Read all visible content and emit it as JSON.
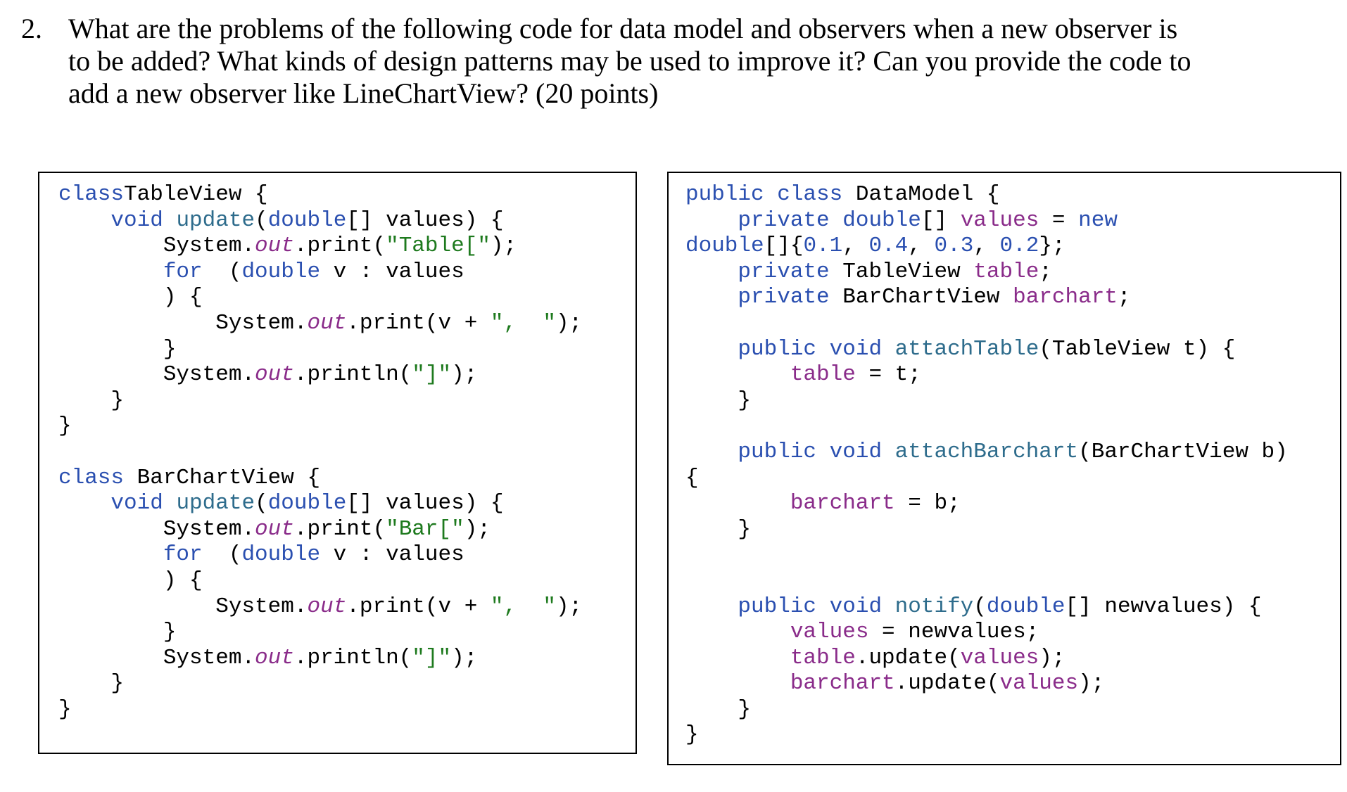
{
  "question": {
    "number": "2.",
    "lines": [
      "What are the problems of the following code for data model and observers when a new observer is",
      "to be added? What kinds of design patterns may be used to improve it? Can you provide the code to",
      "add a new observer like LineChartView? (20 points)"
    ]
  },
  "code_left": [
    [
      [
        "kw",
        "class"
      ],
      [
        "",
        "TableView {"
      ]
    ],
    [
      [
        "",
        "    "
      ],
      [
        "kw",
        "void"
      ],
      [
        "",
        ""
      ],
      [
        "fn",
        " update"
      ],
      [
        "",
        "("
      ],
      [
        "kw",
        "double"
      ],
      [
        "",
        "[] values) {"
      ]
    ],
    [
      [
        "",
        "        System."
      ],
      [
        "it",
        "out"
      ],
      [
        "",
        ".print("
      ],
      [
        "st",
        "\"Table[\""
      ],
      [
        "",
        ");"
      ]
    ],
    [
      [
        "",
        "        "
      ],
      [
        "kw",
        "for"
      ],
      [
        "",
        "  ("
      ],
      [
        "kw",
        "double"
      ],
      [
        "",
        ""
      ],
      [
        "",
        " v : values"
      ]
    ],
    [
      [
        "",
        "        ) {"
      ]
    ],
    [
      [
        "",
        "            System."
      ],
      [
        "it",
        "out"
      ],
      [
        "",
        ".print(v + "
      ],
      [
        "st",
        "\",  \""
      ],
      [
        "",
        ");"
      ]
    ],
    [
      [
        "",
        "        }"
      ]
    ],
    [
      [
        "",
        "        System."
      ],
      [
        "it",
        "out"
      ],
      [
        "",
        ".println("
      ],
      [
        "st",
        "\"]\""
      ],
      [
        "",
        ");"
      ]
    ],
    [
      [
        "",
        "    }"
      ]
    ],
    [
      [
        "",
        "}"
      ]
    ],
    [
      [
        "",
        ""
      ]
    ],
    [
      [
        "kw",
        "class"
      ],
      [
        "",
        " BarChartView {"
      ]
    ],
    [
      [
        "",
        "    "
      ],
      [
        "kw",
        "void"
      ],
      [
        "fn",
        " update"
      ],
      [
        "",
        "("
      ],
      [
        "kw",
        "double"
      ],
      [
        "",
        "[] values) {"
      ]
    ],
    [
      [
        "",
        "        System."
      ],
      [
        "it",
        "out"
      ],
      [
        "",
        ".print("
      ],
      [
        "st",
        "\"Bar[\""
      ],
      [
        "",
        ");"
      ]
    ],
    [
      [
        "",
        "        "
      ],
      [
        "kw",
        "for"
      ],
      [
        "",
        "  ("
      ],
      [
        "kw",
        "double"
      ],
      [
        "",
        " v : values"
      ]
    ],
    [
      [
        "",
        "        ) {"
      ]
    ],
    [
      [
        "",
        "            System."
      ],
      [
        "it",
        "out"
      ],
      [
        "",
        ".print(v + "
      ],
      [
        "st",
        "\",  \""
      ],
      [
        "",
        ");"
      ]
    ],
    [
      [
        "",
        "        }"
      ]
    ],
    [
      [
        "",
        "        System."
      ],
      [
        "it",
        "out"
      ],
      [
        "",
        ".println("
      ],
      [
        "st",
        "\"]\""
      ],
      [
        "",
        ");"
      ]
    ],
    [
      [
        "",
        "    }"
      ]
    ],
    [
      [
        "",
        "}"
      ]
    ]
  ],
  "code_right": [
    [
      [
        "kw",
        "public class"
      ],
      [
        "",
        " DataModel {"
      ]
    ],
    [
      [
        "",
        "    "
      ],
      [
        "kw",
        "private double"
      ],
      [
        "",
        "[] "
      ],
      [
        "fld",
        "values"
      ],
      [
        "",
        " = "
      ],
      [
        "kw",
        "new"
      ]
    ],
    [
      [
        "kw",
        "double"
      ],
      [
        "",
        "[]{"
      ],
      [
        "num",
        "0.1"
      ],
      [
        "",
        ", "
      ],
      [
        "num",
        "0.4"
      ],
      [
        "",
        ", "
      ],
      [
        "num",
        "0.3"
      ],
      [
        "",
        ", "
      ],
      [
        "num",
        "0.2"
      ],
      [
        "",
        "};"
      ]
    ],
    [
      [
        "",
        "    "
      ],
      [
        "kw",
        "private"
      ],
      [
        "",
        " TableView "
      ],
      [
        "fld",
        "table"
      ],
      [
        "",
        ";"
      ]
    ],
    [
      [
        "",
        "    "
      ],
      [
        "kw",
        "private"
      ],
      [
        "",
        " BarChartView "
      ],
      [
        "fld",
        "barchart"
      ],
      [
        "",
        ";"
      ]
    ],
    [
      [
        "",
        ""
      ]
    ],
    [
      [
        "",
        "    "
      ],
      [
        "kw",
        "public void"
      ],
      [
        "fn",
        " attachTable"
      ],
      [
        "",
        "(TableView t) {"
      ]
    ],
    [
      [
        "",
        "        "
      ],
      [
        "fld",
        "table"
      ],
      [
        "",
        " = t;"
      ]
    ],
    [
      [
        "",
        "    }"
      ]
    ],
    [
      [
        "",
        ""
      ]
    ],
    [
      [
        "",
        "    "
      ],
      [
        "kw",
        "public void"
      ],
      [
        "fn",
        " attachBarchart"
      ],
      [
        "",
        "(BarChartView b)"
      ]
    ],
    [
      [
        "",
        "{"
      ]
    ],
    [
      [
        "",
        "        "
      ],
      [
        "fld",
        "barchart"
      ],
      [
        "",
        " = b;"
      ]
    ],
    [
      [
        "",
        "    }"
      ]
    ],
    [
      [
        "",
        ""
      ]
    ],
    [
      [
        "",
        ""
      ]
    ],
    [
      [
        "",
        "    "
      ],
      [
        "kw",
        "public void"
      ],
      [
        "fn",
        " notify"
      ],
      [
        "",
        "("
      ],
      [
        "kw",
        "double"
      ],
      [
        "",
        "[] newvalues) {"
      ]
    ],
    [
      [
        "",
        "        "
      ],
      [
        "fld",
        "values"
      ],
      [
        "",
        " = newvalues;"
      ]
    ],
    [
      [
        "",
        "        "
      ],
      [
        "fld",
        "table"
      ],
      [
        "",
        ".update("
      ],
      [
        "fld",
        "values"
      ],
      [
        "",
        ");"
      ]
    ],
    [
      [
        "",
        "        "
      ],
      [
        "fld",
        "barchart"
      ],
      [
        "",
        ".update("
      ],
      [
        "fld",
        "values"
      ],
      [
        "",
        ");"
      ]
    ],
    [
      [
        "",
        "    }"
      ]
    ],
    [
      [
        "",
        "}"
      ]
    ]
  ]
}
